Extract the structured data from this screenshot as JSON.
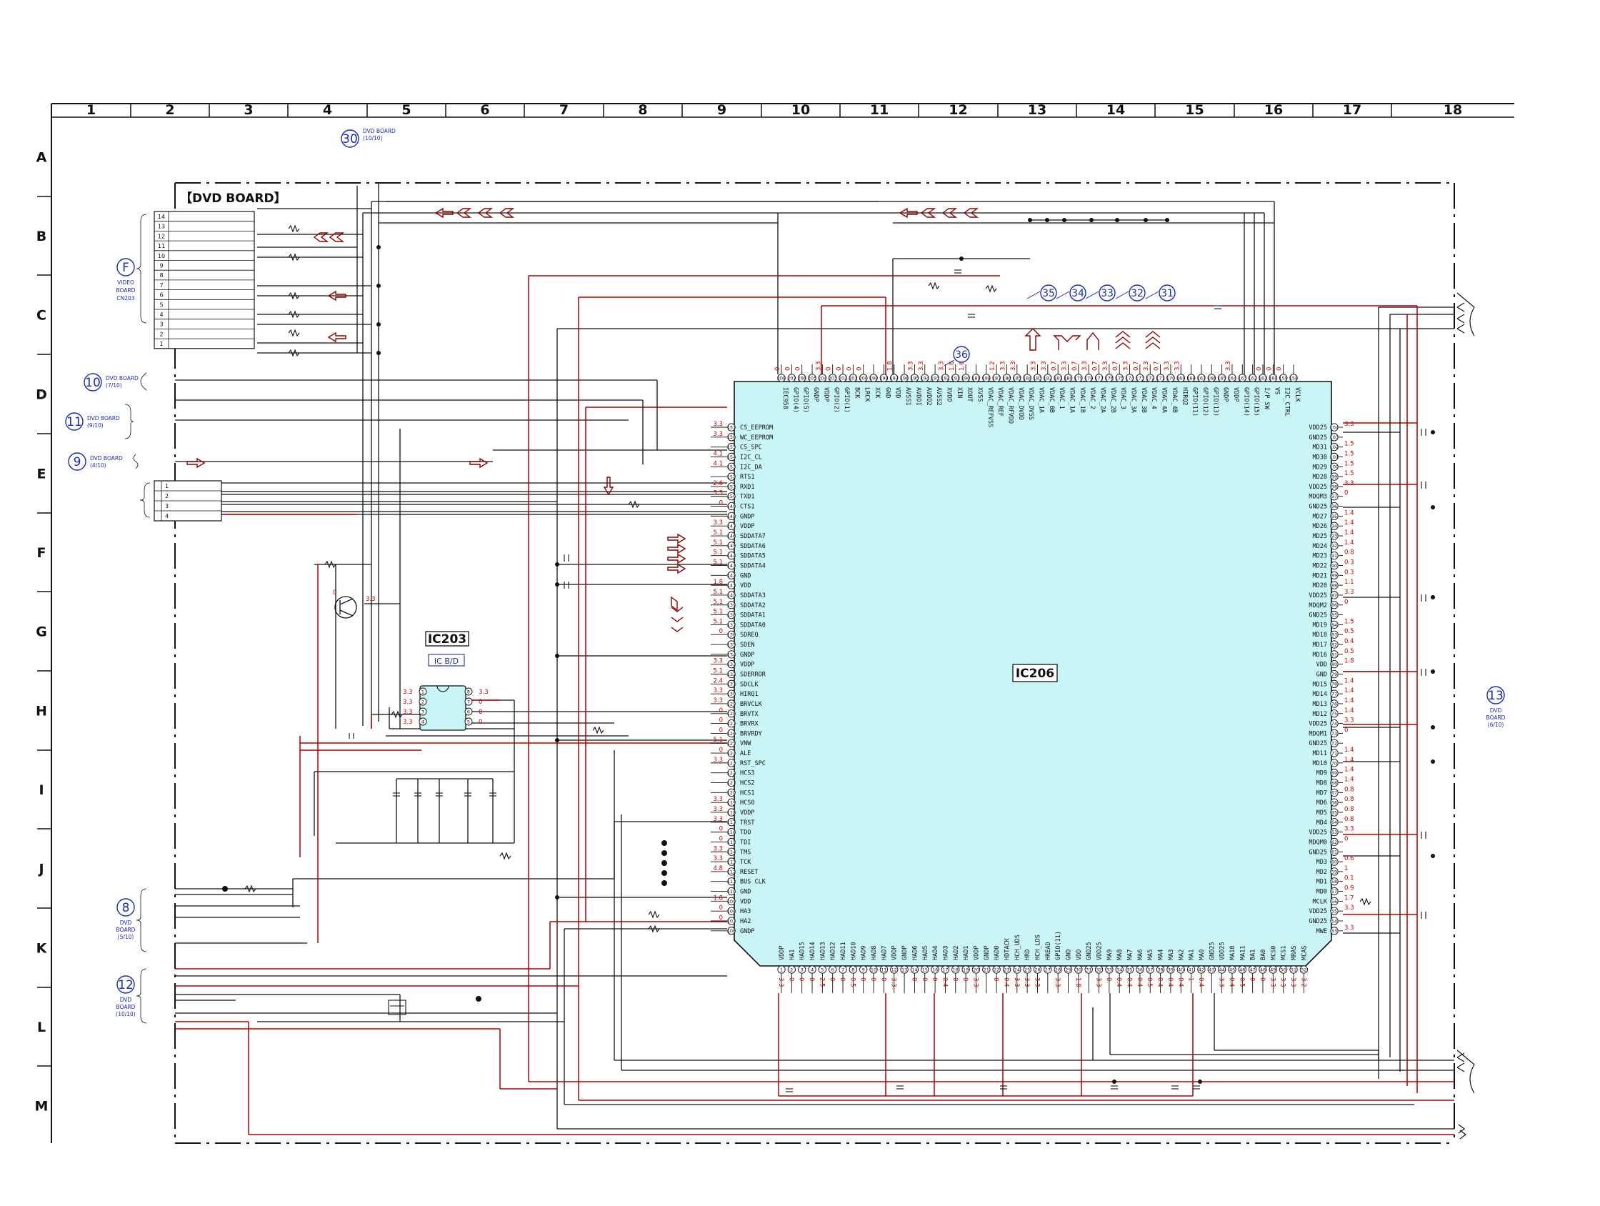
{
  "grid": {
    "columns": [
      "1",
      "2",
      "3",
      "4",
      "5",
      "6",
      "7",
      "8",
      "9",
      "10",
      "11",
      "12",
      "13",
      "14",
      "15",
      "16",
      "17",
      "18"
    ],
    "rows": [
      "A",
      "B",
      "C",
      "D",
      "E",
      "F",
      "G",
      "H",
      "I",
      "J",
      "K",
      "L",
      "M"
    ]
  },
  "board_title": "【DVD BOARD】",
  "colors": {
    "wire_black": "#111111",
    "wire_red": "#b00000",
    "ic_fill": "#c9f5f7",
    "voltage": "#c00000",
    "reference": "#1a2ea8"
  },
  "ic206": {
    "label": "IC206",
    "left_pins": [
      {
        "num": "157",
        "name": "CS_EEPROM",
        "v": "3.3"
      },
      {
        "num": "156",
        "name": "WC_EEPROM",
        "v": "3.3"
      },
      {
        "num": "155",
        "name": "CS_SPC",
        "v": ""
      },
      {
        "num": "154",
        "name": "I2C_CL",
        "v": "4.1"
      },
      {
        "num": "153",
        "name": "I2C_DA",
        "v": "4.1"
      },
      {
        "num": "152",
        "name": "RTS1",
        "v": ""
      },
      {
        "num": "151",
        "name": "RXD1",
        "v": "2.6"
      },
      {
        "num": "150",
        "name": "TXD1",
        "v": "3.3"
      },
      {
        "num": "149",
        "name": "CTS1",
        "v": "0"
      },
      {
        "num": "148",
        "name": "GNDP",
        "v": ""
      },
      {
        "num": "147",
        "name": "VDDP",
        "v": "3.3"
      },
      {
        "num": "146",
        "name": "SDDATA7",
        "v": "5.1"
      },
      {
        "num": "145",
        "name": "SDDATA6",
        "v": "5.1"
      },
      {
        "num": "144",
        "name": "SDDATA5",
        "v": "5.1"
      },
      {
        "num": "143",
        "name": "SDDATA4",
        "v": "5.1"
      },
      {
        "num": "142",
        "name": "GND",
        "v": ""
      },
      {
        "num": "141",
        "name": "VDD",
        "v": "1.8"
      },
      {
        "num": "140",
        "name": "SDDATA3",
        "v": "5.1"
      },
      {
        "num": "139",
        "name": "SDDATA2",
        "v": "5.1"
      },
      {
        "num": "138",
        "name": "SDDATA1",
        "v": "5.1"
      },
      {
        "num": "137",
        "name": "SDDATA0",
        "v": "5.1"
      },
      {
        "num": "136",
        "name": "SDREQ",
        "v": "0"
      },
      {
        "num": "135",
        "name": "SDEN",
        "v": ""
      },
      {
        "num": "134",
        "name": "GNDP",
        "v": ""
      },
      {
        "num": "133",
        "name": "VDDP",
        "v": "3.3"
      },
      {
        "num": "132",
        "name": "SDERROR",
        "v": "5.1"
      },
      {
        "num": "131",
        "name": "SDCLK",
        "v": "2.4"
      },
      {
        "num": "130",
        "name": "HIRQ1",
        "v": "3.3"
      },
      {
        "num": "129",
        "name": "BRVCLK",
        "v": "3.3"
      },
      {
        "num": "128",
        "name": "BRVTX",
        "v": "0"
      },
      {
        "num": "127",
        "name": "BRVRX",
        "v": "0"
      },
      {
        "num": "126",
        "name": "BRVRDY",
        "v": "0"
      },
      {
        "num": "125",
        "name": "VNW",
        "v": "5.1"
      },
      {
        "num": "124",
        "name": "ALE",
        "v": "0"
      },
      {
        "num": "123",
        "name": "RST_SPC",
        "v": "3.3"
      },
      {
        "num": "122",
        "name": "HCS3",
        "v": ""
      },
      {
        "num": "121",
        "name": "HCS2",
        "v": ""
      },
      {
        "num": "120",
        "name": "HCS1",
        "v": ""
      },
      {
        "num": "119",
        "name": "HCS0",
        "v": "3.3"
      },
      {
        "num": "118",
        "name": "VDDP",
        "v": "3.3"
      },
      {
        "num": "117",
        "name": "TRST",
        "v": "3.3"
      },
      {
        "num": "116",
        "name": "TDO",
        "v": "0"
      },
      {
        "num": "115",
        "name": "TDI",
        "v": "0"
      },
      {
        "num": "114",
        "name": "TMS",
        "v": "3.3"
      },
      {
        "num": "113",
        "name": "TCK",
        "v": "3.3"
      },
      {
        "num": "112",
        "name": "RESET",
        "v": "4.8"
      },
      {
        "num": "111",
        "name": "BUS CLK",
        "v": ""
      },
      {
        "num": "110",
        "name": "GND",
        "v": ""
      },
      {
        "num": "109",
        "name": "VDD",
        "v": "1.8"
      },
      {
        "num": "108",
        "name": "HA3",
        "v": "0"
      },
      {
        "num": "107",
        "name": "HA2",
        "v": "0"
      },
      {
        "num": "106",
        "name": "GNDP",
        "v": ""
      }
    ],
    "right_pins": [
      {
        "num": "104",
        "name": "VDD25",
        "v": "3.3"
      },
      {
        "num": "103",
        "name": "GND25",
        "v": ""
      },
      {
        "num": "102",
        "name": "MD31",
        "v": "1.5"
      },
      {
        "num": "101",
        "name": "MD30",
        "v": "1.5"
      },
      {
        "num": "100",
        "name": "MD29",
        "v": "1.5"
      },
      {
        "num": "99",
        "name": "MD28",
        "v": "1.5"
      },
      {
        "num": "98",
        "name": "VDD25",
        "v": "3.3"
      },
      {
        "num": "97",
        "name": "MDQM3",
        "v": "0"
      },
      {
        "num": "96",
        "name": "GND25",
        "v": ""
      },
      {
        "num": "95",
        "name": "MD27",
        "v": "1.4"
      },
      {
        "num": "94",
        "name": "MD26",
        "v": "1.4"
      },
      {
        "num": "93",
        "name": "MD25",
        "v": "1.4"
      },
      {
        "num": "92",
        "name": "MD24",
        "v": "1.4"
      },
      {
        "num": "91",
        "name": "MD23",
        "v": "0.8"
      },
      {
        "num": "90",
        "name": "MD22",
        "v": "0.3"
      },
      {
        "num": "89",
        "name": "MD21",
        "v": "0.3"
      },
      {
        "num": "88",
        "name": "MD20",
        "v": "1.1"
      },
      {
        "num": "87",
        "name": "VDD25",
        "v": "3.3"
      },
      {
        "num": "86",
        "name": "MDQM2",
        "v": "0"
      },
      {
        "num": "85",
        "name": "GND25",
        "v": ""
      },
      {
        "num": "84",
        "name": "MD19",
        "v": "1.5"
      },
      {
        "num": "83",
        "name": "MD18",
        "v": "0.5"
      },
      {
        "num": "82",
        "name": "MD17",
        "v": "0.4"
      },
      {
        "num": "81",
        "name": "MD16",
        "v": "0.5"
      },
      {
        "num": "80",
        "name": "VDD",
        "v": "1.8"
      },
      {
        "num": "79",
        "name": "GND",
        "v": ""
      },
      {
        "num": "78",
        "name": "MD15",
        "v": "1.4"
      },
      {
        "num": "77",
        "name": "MD14",
        "v": "1.4"
      },
      {
        "num": "76",
        "name": "MD13",
        "v": "1.4"
      },
      {
        "num": "75",
        "name": "MD12",
        "v": "1.4"
      },
      {
        "num": "74",
        "name": "VDD25",
        "v": "3.3"
      },
      {
        "num": "73",
        "name": "MDQM1",
        "v": "0"
      },
      {
        "num": "72",
        "name": "GND25",
        "v": ""
      },
      {
        "num": "71",
        "name": "MD11",
        "v": "1.4"
      },
      {
        "num": "70",
        "name": "MD10",
        "v": "1.4"
      },
      {
        "num": "69",
        "name": "MD9",
        "v": "1.4"
      },
      {
        "num": "68",
        "name": "MD8",
        "v": "1.4"
      },
      {
        "num": "67",
        "name": "MD7",
        "v": "0.8"
      },
      {
        "num": "66",
        "name": "MD6",
        "v": "0.8"
      },
      {
        "num": "65",
        "name": "MD5",
        "v": "0.8"
      },
      {
        "num": "64",
        "name": "MD4",
        "v": "0.8"
      },
      {
        "num": "63",
        "name": "VDD25",
        "v": "3.3"
      },
      {
        "num": "62",
        "name": "MDQM0",
        "v": "0"
      },
      {
        "num": "61",
        "name": "GND25",
        "v": ""
      },
      {
        "num": "60",
        "name": "MD3",
        "v": "0.6"
      },
      {
        "num": "59",
        "name": "MD2",
        "v": "1"
      },
      {
        "num": "58",
        "name": "MD1",
        "v": "0.1"
      },
      {
        "num": "57",
        "name": "MD0",
        "v": "0.9"
      },
      {
        "num": "56",
        "name": "MCLK",
        "v": "1.7"
      },
      {
        "num": "55",
        "name": "VDD25",
        "v": "3.3"
      },
      {
        "num": "54",
        "name": "GND25",
        "v": ""
      },
      {
        "num": "53",
        "name": "MWE",
        "v": "3.3"
      }
    ],
    "top_pins": [
      {
        "num": "208",
        "name": "IEC958",
        "v": "0"
      },
      {
        "num": "207",
        "name": "GPIO(4)",
        "v": "0"
      },
      {
        "num": "206",
        "name": "GPIO(5)",
        "v": "0"
      },
      {
        "num": "205",
        "name": "GNDP",
        "v": ""
      },
      {
        "num": "204",
        "name": "VDDP",
        "v": "3.3"
      },
      {
        "num": "203",
        "name": "GPIO(2)",
        "v": "0"
      },
      {
        "num": "202",
        "name": "GPIO(1)",
        "v": "0"
      },
      {
        "num": "201",
        "name": "BCK",
        "v": "0"
      },
      {
        "num": "200",
        "name": "LRCK",
        "v": "0"
      },
      {
        "num": "199",
        "name": "XCK",
        "v": ""
      },
      {
        "num": "198",
        "name": "GND",
        "v": ""
      },
      {
        "num": "197",
        "name": "VDD",
        "v": "1.8"
      },
      {
        "num": "196",
        "name": "AVSS1",
        "v": ""
      },
      {
        "num": "195",
        "name": "AVDD1",
        "v": "3.3"
      },
      {
        "num": "194",
        "name": "AVDD2",
        "v": "3.3"
      },
      {
        "num": "193",
        "name": "AVSS2",
        "v": ""
      },
      {
        "num": "192",
        "name": "XVDD",
        "v": "3.3"
      },
      {
        "num": "191",
        "name": "XIN",
        "v": "1.6"
      },
      {
        "num": "190",
        "name": "XOUT",
        "v": "1.6"
      },
      {
        "num": "189",
        "name": "XVSS",
        "v": ""
      },
      {
        "num": "188",
        "name": "VDAC_REFVSS",
        "v": ""
      },
      {
        "num": "187",
        "name": "VDAC_REF",
        "v": "1.2"
      },
      {
        "num": "186",
        "name": "VDAC_RFVDD",
        "v": "3.3"
      },
      {
        "num": "185",
        "name": "VDAC_DVDD",
        "v": "3.3"
      },
      {
        "num": "184",
        "name": "VDAC_DVSS",
        "v": ""
      },
      {
        "num": "183",
        "name": "VDAC_1A",
        "v": "3.3"
      },
      {
        "num": "182",
        "name": "VDAC_0B",
        "v": "3.3"
      },
      {
        "num": "181",
        "name": "VDAC_1",
        "v": "0.7"
      },
      {
        "num": "180",
        "name": "VDAC_1A",
        "v": "3.3"
      },
      {
        "num": "179",
        "name": "VDAC_1B",
        "v": "0.7"
      },
      {
        "num": "178",
        "name": "VDAC_2",
        "v": "3.3"
      },
      {
        "num": "177",
        "name": "VDAC_2A",
        "v": "0.7"
      },
      {
        "num": "176",
        "name": "VDAC_2B",
        "v": "3.3"
      },
      {
        "num": "175",
        "name": "VDAC_3",
        "v": "0.7"
      },
      {
        "num": "174",
        "name": "VDAC_3A",
        "v": "3.3"
      },
      {
        "num": "173",
        "name": "VDAC_3B",
        "v": "0.7"
      },
      {
        "num": "172",
        "name": "VDAC_4",
        "v": "3.3"
      },
      {
        "num": "171",
        "name": "VDAC_4A",
        "v": "0.7"
      },
      {
        "num": "170",
        "name": "VDAC_4B",
        "v": "3.3"
      },
      {
        "num": "169",
        "name": "HIRQ2",
        "v": "3.3"
      },
      {
        "num": "168",
        "name": "GPIO(11)",
        "v": ""
      },
      {
        "num": "167",
        "name": "GPIO(12)",
        "v": ""
      },
      {
        "num": "166",
        "name": "GPIO(13)",
        "v": ""
      },
      {
        "num": "165",
        "name": "GNDP",
        "v": ""
      },
      {
        "num": "164",
        "name": "VDDP",
        "v": "3.3"
      },
      {
        "num": "163",
        "name": "GPIO(14)",
        "v": ""
      },
      {
        "num": "162",
        "name": "GPIO(15)",
        "v": ""
      },
      {
        "num": "161",
        "name": "I/P SW",
        "v": "0"
      },
      {
        "num": "160",
        "name": "VS",
        "v": "0"
      },
      {
        "num": "159",
        "name": "I2C_CTRL",
        "v": "0"
      },
      {
        "num": "158",
        "name": "VCLK",
        "v": ""
      }
    ],
    "bottom_pins": [
      {
        "num": "1",
        "name": "VDDP",
        "v": "3.3"
      },
      {
        "num": "2",
        "name": "HA1",
        "v": "0"
      },
      {
        "num": "3",
        "name": "HAD15",
        "v": "0"
      },
      {
        "num": "4",
        "name": "HAD14",
        "v": "0"
      },
      {
        "num": "5",
        "name": "HAD13",
        "v": "2.5"
      },
      {
        "num": "6",
        "name": "HAD12",
        "v": "0"
      },
      {
        "num": "7",
        "name": "HAD11",
        "v": "0"
      },
      {
        "num": "8",
        "name": "HAD10",
        "v": "0.5"
      },
      {
        "num": "9",
        "name": "HAD9",
        "v": "0"
      },
      {
        "num": "10",
        "name": "HAD8",
        "v": "0"
      },
      {
        "num": "11",
        "name": "HAD7",
        "v": "0"
      },
      {
        "num": "12",
        "name": "VDDP",
        "v": "3.3"
      },
      {
        "num": "13",
        "name": "GNDP",
        "v": ""
      },
      {
        "num": "14",
        "name": "HAD6",
        "v": "0"
      },
      {
        "num": "15",
        "name": "HAD5",
        "v": "0"
      },
      {
        "num": "16",
        "name": "HAD4",
        "v": "0"
      },
      {
        "num": "17",
        "name": "HAD3",
        "v": "0.4"
      },
      {
        "num": "18",
        "name": "HAD2",
        "v": "0"
      },
      {
        "num": "19",
        "name": "HAD1",
        "v": "0"
      },
      {
        "num": "20",
        "name": "VDDP",
        "v": "3.3"
      },
      {
        "num": "21",
        "name": "GNDP",
        "v": ""
      },
      {
        "num": "22",
        "name": "HAD0",
        "v": "0"
      },
      {
        "num": "23",
        "name": "HDTACK",
        "v": "0.4"
      },
      {
        "num": "24",
        "name": "HCH_UDS",
        "v": "3.3"
      },
      {
        "num": "25",
        "name": "HRD",
        "v": "3.3"
      },
      {
        "num": "26",
        "name": "HCH_LDS",
        "v": "3.3"
      },
      {
        "num": "27",
        "name": "HREAD",
        "v": ""
      },
      {
        "num": "28",
        "name": "GPIO(11)",
        "v": "3.3"
      },
      {
        "num": "29",
        "name": "GND",
        "v": ""
      },
      {
        "num": "30",
        "name": "VDD",
        "v": "1.8"
      },
      {
        "num": "31",
        "name": "GND25",
        "v": ""
      },
      {
        "num": "32",
        "name": "VDD25",
        "v": "3.3"
      },
      {
        "num": "33",
        "name": "MA9",
        "v": "0"
      },
      {
        "num": "34",
        "name": "MA8",
        "v": "0.4"
      },
      {
        "num": "35",
        "name": "MA7",
        "v": "0.4"
      },
      {
        "num": "36",
        "name": "MA6",
        "v": "0.4"
      },
      {
        "num": "37",
        "name": "MA5",
        "v": "0.5"
      },
      {
        "num": "38",
        "name": "MA4",
        "v": "0.4"
      },
      {
        "num": "39",
        "name": "MA3",
        "v": "0.4"
      },
      {
        "num": "40",
        "name": "MA2",
        "v": "0.4"
      },
      {
        "num": "41",
        "name": "MA1",
        "v": "1"
      },
      {
        "num": "42",
        "name": "MA0",
        "v": "0.4"
      },
      {
        "num": "43",
        "name": "GND25",
        "v": ""
      },
      {
        "num": "44",
        "name": "VDD25",
        "v": "3.3"
      },
      {
        "num": "45",
        "name": "MA10",
        "v": "0.4"
      },
      {
        "num": "46",
        "name": "MA11",
        "v": "0.5"
      },
      {
        "num": "47",
        "name": "BA1",
        "v": "0"
      },
      {
        "num": "48",
        "name": "BA0",
        "v": "0"
      },
      {
        "num": "49",
        "name": "MCS0",
        "v": "3.3"
      },
      {
        "num": "50",
        "name": "MCS1",
        "v": "3.3"
      },
      {
        "num": "51",
        "name": "MRAS",
        "v": "3.3"
      },
      {
        "num": "52",
        "name": "MCAS",
        "v": "3.2"
      }
    ]
  },
  "ic203": {
    "label": "IC203",
    "sublabel": "IC B/D",
    "left_v": [
      "3.3",
      "3.3",
      "3.3",
      "3.3"
    ],
    "right_v": [
      "3.3",
      "0",
      "0",
      "0"
    ],
    "left_nums": [
      "1",
      "2",
      "3",
      "4"
    ],
    "right_nums": [
      "8",
      "7",
      "6",
      "5"
    ]
  },
  "connector_cn203": {
    "ref": "F",
    "caption": [
      "VIDEO",
      "BOARD",
      "CN203"
    ],
    "pins": [
      "14",
      "13",
      "12",
      "11",
      "10",
      "9",
      "8",
      "7",
      "6",
      "5",
      "4",
      "3",
      "2",
      "1"
    ]
  },
  "connector_e": {
    "pins": [
      "1",
      "2",
      "3",
      "4"
    ]
  },
  "refs": [
    {
      "num": "30",
      "text": [
        "DVD BOARD",
        "(10/10)"
      ]
    },
    {
      "num": "10",
      "text": [
        "DVD BOARD",
        "(7/10)"
      ]
    },
    {
      "num": "11",
      "text": [
        "DVD BOARD",
        "(9/10)"
      ]
    },
    {
      "num": "9",
      "text": [
        "DVD BOARD",
        "(4/10)"
      ]
    },
    {
      "num": "8",
      "text": [
        "DVD",
        "BOARD",
        "(5/10)"
      ]
    },
    {
      "num": "12",
      "text": [
        "DVD",
        "BOARD",
        "(10/10)"
      ]
    },
    {
      "num": "13",
      "text": [
        "DVD",
        "BOARD",
        "(6/10)"
      ]
    }
  ],
  "waveform_refs": [
    "35",
    "34",
    "33",
    "32",
    "31"
  ],
  "ref36": "36",
  "transistor_v": {
    "base": "0",
    "emitter": "3.3"
  }
}
